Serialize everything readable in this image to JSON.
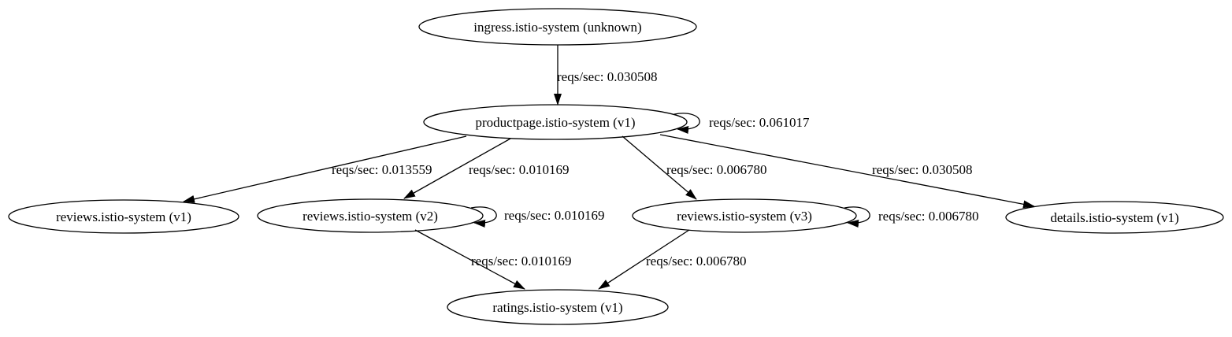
{
  "graph": {
    "background_color": "#ffffff",
    "line_color": "#000000",
    "nodes": [
      {
        "id": "ingress",
        "label": "ingress.istio-system (unknown)"
      },
      {
        "id": "productpage",
        "label": "productpage.istio-system (v1)"
      },
      {
        "id": "reviews-v1",
        "label": "reviews.istio-system (v1)"
      },
      {
        "id": "reviews-v2",
        "label": "reviews.istio-system (v2)"
      },
      {
        "id": "reviews-v3",
        "label": "reviews.istio-system (v3)"
      },
      {
        "id": "details-v1",
        "label": "details.istio-system (v1)"
      },
      {
        "id": "ratings-v1",
        "label": "ratings.istio-system (v1)"
      }
    ],
    "edges": [
      {
        "from": "ingress",
        "to": "productpage",
        "label": "reqs/sec: 0.030508"
      },
      {
        "from": "productpage",
        "to": "productpage",
        "label": "reqs/sec: 0.061017"
      },
      {
        "from": "productpage",
        "to": "reviews-v1",
        "label": "reqs/sec: 0.013559"
      },
      {
        "from": "productpage",
        "to": "reviews-v2",
        "label": "reqs/sec: 0.010169"
      },
      {
        "from": "productpage",
        "to": "reviews-v3",
        "label": "reqs/sec: 0.006780"
      },
      {
        "from": "productpage",
        "to": "details-v1",
        "label": "reqs/sec: 0.030508"
      },
      {
        "from": "reviews-v2",
        "to": "reviews-v2",
        "label": "reqs/sec: 0.010169"
      },
      {
        "from": "reviews-v3",
        "to": "reviews-v3",
        "label": "reqs/sec: 0.006780"
      },
      {
        "from": "reviews-v2",
        "to": "ratings-v1",
        "label": "reqs/sec: 0.010169"
      },
      {
        "from": "reviews-v3",
        "to": "ratings-v1",
        "label": "reqs/sec: 0.006780"
      }
    ]
  }
}
